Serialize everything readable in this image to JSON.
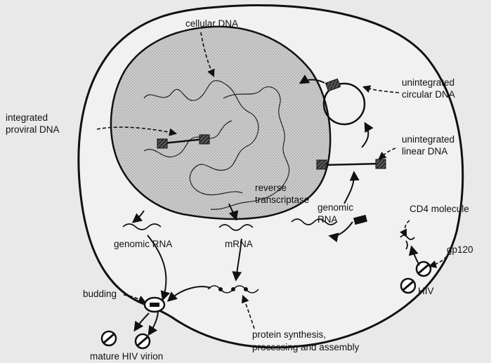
{
  "labels": {
    "cellular_dna": "cellular DNA",
    "integrated_1": "integrated",
    "integrated_2": "proviral DNA",
    "circular_1": "unintegrated",
    "circular_2": "circular DNA",
    "linear_1": "unintegrated",
    "linear_2": "linear DNA",
    "rt_1": "reverse",
    "rt_2": "transcriptase",
    "genomic_rna_right_1": "genomic",
    "genomic_rna_right_2": "RNA",
    "cd4": "CD4 molecule",
    "gp120": "gp120",
    "hiv": "HIV",
    "genomic_rna_left": "genomic RNA",
    "mrna": "mRNA",
    "budding": "budding",
    "protein_1": "protein synthesis,",
    "protein_2": "processing and assembly",
    "mature": "mature HIV virion"
  },
  "colors": {
    "background": "#e9e9e9",
    "cell_fill": "#f1f1f1",
    "nucleus_fill": "#c9c9c9",
    "ink": "#111111",
    "hatch_block": "#333333"
  }
}
